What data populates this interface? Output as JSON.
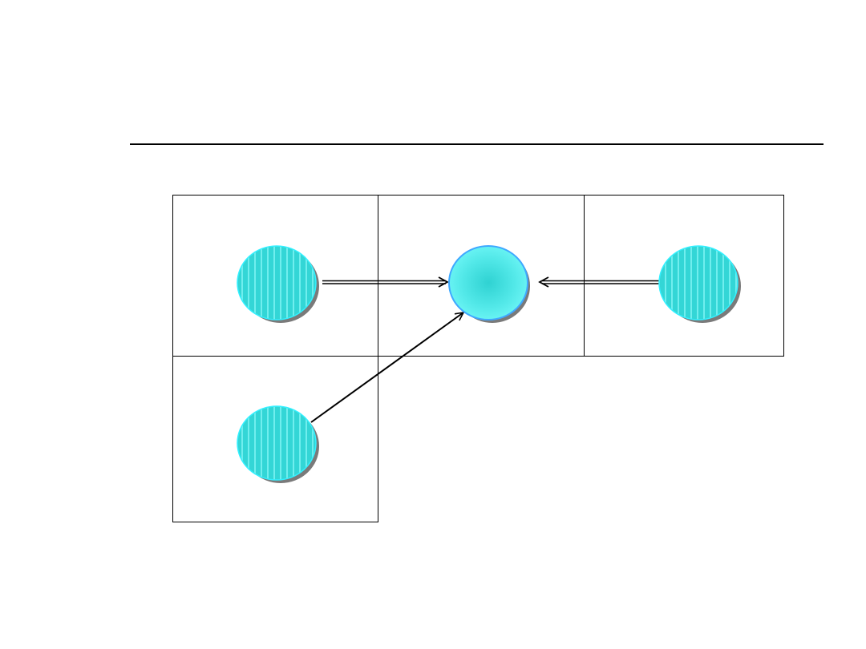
{
  "colors": {
    "background": "#ffffff",
    "line": "#000000",
    "node_fill": "#33d6d6",
    "node_stripe": "#7af2f2",
    "node_edge": "#33f0ff",
    "node_shadow": "#7a7a7a",
    "center_fill": "#5ef0f0",
    "center_core": "#2fd2d2"
  },
  "diagram": {
    "nodes": [
      {
        "id": "node-left",
        "style": "striped"
      },
      {
        "id": "node-center",
        "style": "radial"
      },
      {
        "id": "node-right",
        "style": "striped"
      },
      {
        "id": "node-bottom-left",
        "style": "striped"
      }
    ],
    "edges": [
      {
        "from": "node-left",
        "to": "node-center",
        "style": "double-arrow"
      },
      {
        "from": "node-right",
        "to": "node-center",
        "style": "double-arrow"
      },
      {
        "from": "node-bottom-left",
        "to": "node-center",
        "style": "arrow"
      }
    ]
  }
}
